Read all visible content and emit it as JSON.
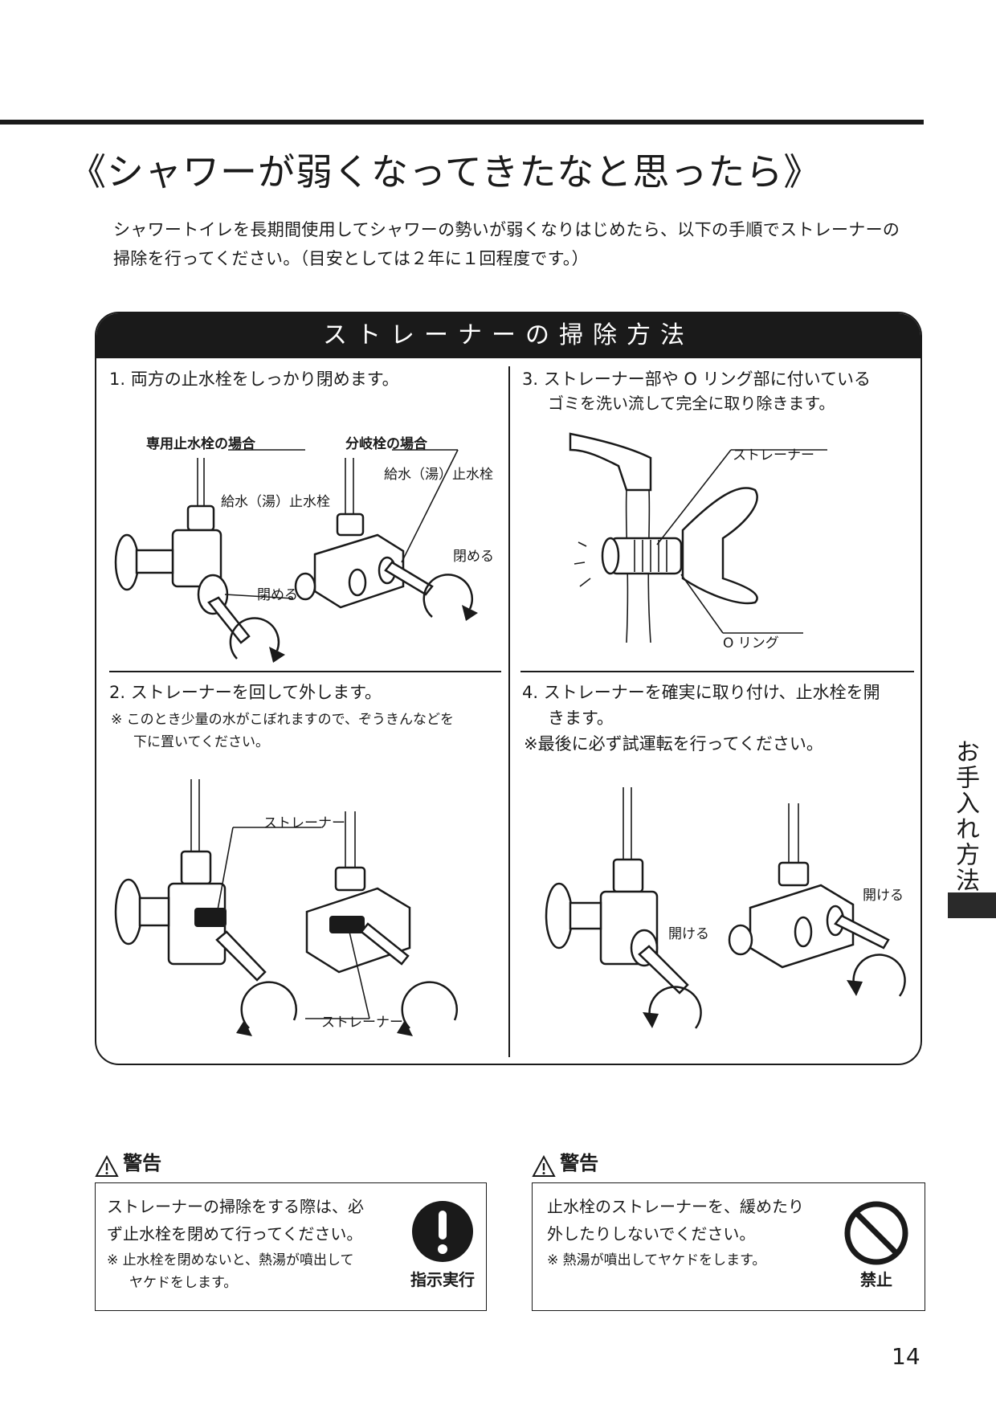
{
  "page": {
    "title": "《シャワーが弱くなってきたなと思ったら》",
    "intro_line1": "シャワートイレを長期間使用してシャワーの勢いが弱くなりはじめたら、以下の手順でストレーナーの",
    "intro_line2": "掃除を行ってください。（目安としては２年に１回程度です。）",
    "page_number": "14",
    "side_tab": "お手入れ方法"
  },
  "panel": {
    "heading": "ストレーナーの掃除方法",
    "step1": {
      "text": "1. 両方の止水栓をしっかり閉めます。",
      "label_dedicated": "専用止水栓の場合",
      "label_branch": "分岐栓の場合",
      "callout_valve_a": "給水（湯）止水栓",
      "callout_valve_b": "給水（湯）止水栓",
      "callout_close_a": "閉める",
      "callout_close_b": "閉める"
    },
    "step2": {
      "text": "2. ストレーナーを回して外します。",
      "note_line1": "※ このとき少量の水がこぼれますので、ぞうきんなどを",
      "note_line2": "下に置いてください。",
      "callout_strainer_a": "ストレーナー",
      "callout_strainer_b": "ストレーナー"
    },
    "step3": {
      "text_line1": "3. ストレーナー部や O リング部に付いている",
      "text_line2": "ゴミを洗い流して完全に取り除きます。",
      "callout_strainer": "ストレーナー",
      "callout_oring": "O リング"
    },
    "step4": {
      "text_line1": "4. ストレーナーを確実に取り付け、止水栓を開",
      "text_line2": "きます。",
      "note": "※最後に必ず試運転を行ってください。",
      "callout_open_a": "開ける",
      "callout_open_b": "開ける"
    }
  },
  "warnings": [
    {
      "heading": "警告",
      "line1": "ストレーナーの掃除をする際は、必",
      "line2": "ず止水栓を閉めて行ってください。",
      "note1": "※ 止水栓を閉めないと、熱湯が噴出して",
      "note2": "ヤケドをします。",
      "icon_label": "指示実行",
      "icon": "exclamation-icon"
    },
    {
      "heading": "警告",
      "line1": "止水栓のストレーナーを、緩めたり",
      "line2": "外したりしないでください。",
      "note1": "※ 熱湯が噴出してヤケドをします。",
      "icon_label": "禁止",
      "icon": "prohibition-icon"
    }
  ]
}
